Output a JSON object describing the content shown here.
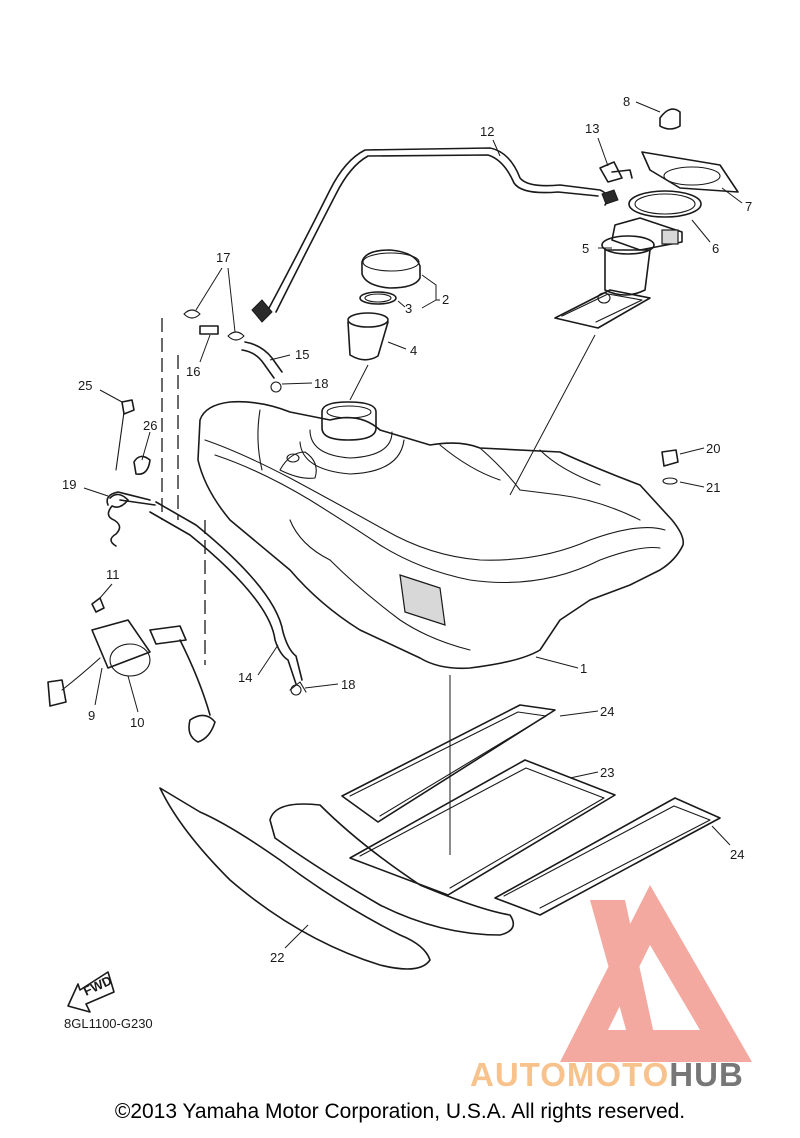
{
  "diagram": {
    "code": "8GL1100-G230",
    "fwd_label": "FWD",
    "callouts": [
      "1",
      "2",
      "3",
      "4",
      "5",
      "6",
      "7",
      "8",
      "9",
      "10",
      "11",
      "12",
      "13",
      "14",
      "15",
      "16",
      "17",
      "18",
      "18",
      "19",
      "20",
      "21",
      "22",
      "23",
      "24",
      "24",
      "25",
      "26"
    ]
  },
  "watermark": {
    "part1": "AUTO",
    "part2": "MOTO",
    "part3": "HUB",
    "colors": {
      "triangle": "#f19a90",
      "text_light": "#f8c28c",
      "text_dark": "#777777"
    }
  },
  "footer": {
    "copyright": "©2013 Yamaha Motor Corporation, U.S.A. All rights reserved."
  }
}
